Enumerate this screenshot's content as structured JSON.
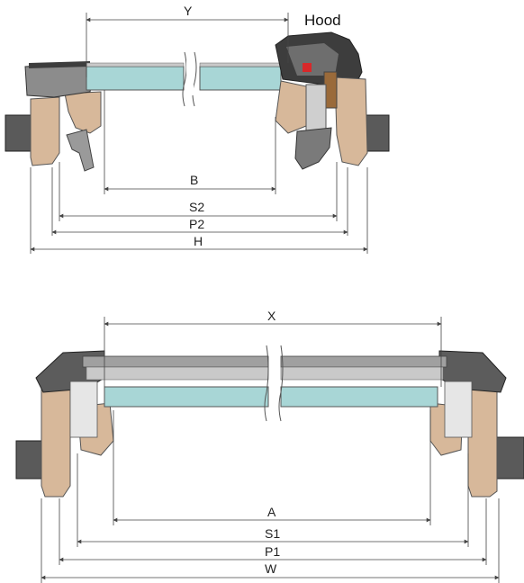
{
  "top_section": {
    "hood_label": "Hood",
    "dimensions": {
      "Y": "Y",
      "B": "B",
      "S2": "S2",
      "P2": "P2",
      "H": "H"
    }
  },
  "bottom_section": {
    "dimensions": {
      "X": "X",
      "A": "A",
      "S1": "S1",
      "P1": "P1",
      "W": "W"
    }
  },
  "colors": {
    "timber": "#d7b89a",
    "timber_dark": "#b8946f",
    "wall": "#5a5a5a",
    "glass": "#a8d6d6",
    "frame_dark": "#3d3d3d",
    "frame_grey": "#8c8c8c",
    "frame_light": "#c9c9c9",
    "accent_red": "#d8282a",
    "dim_line": "#444444"
  }
}
